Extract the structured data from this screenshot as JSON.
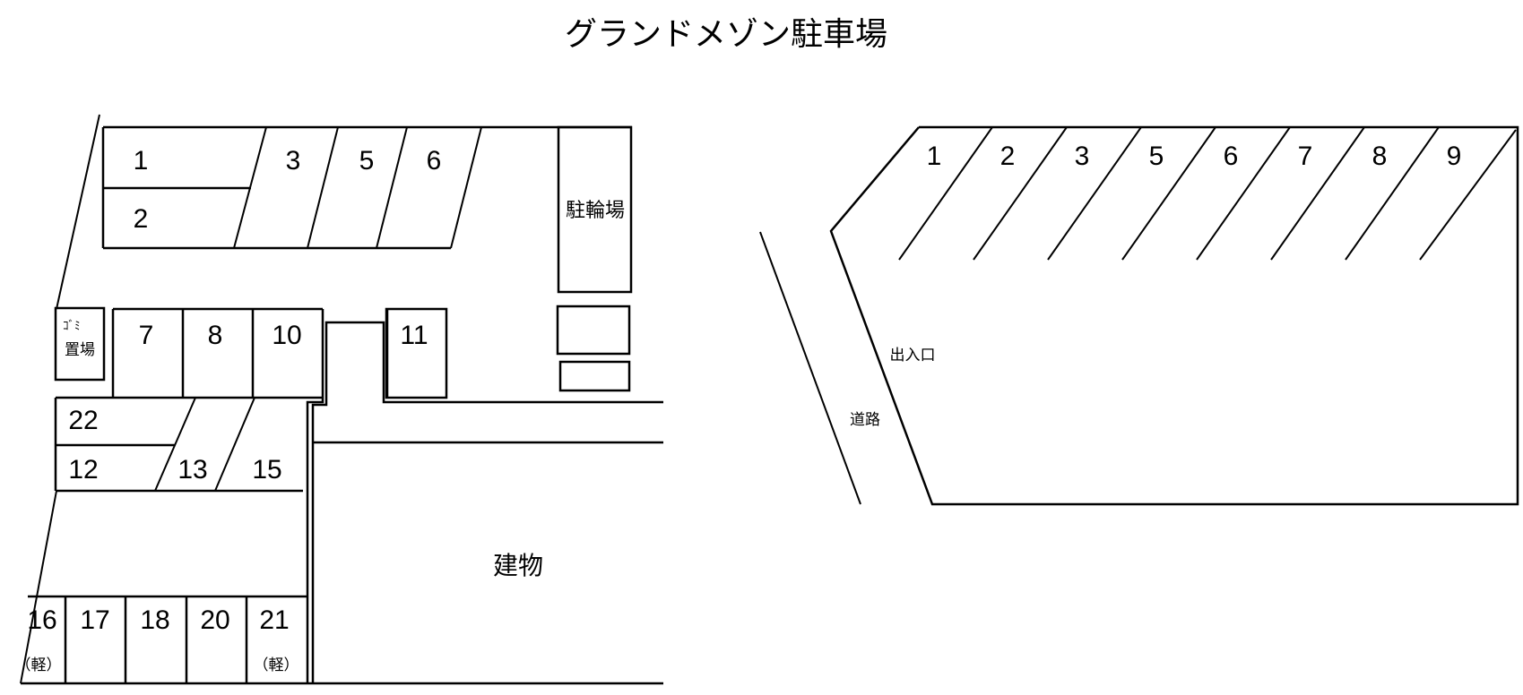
{
  "title": "グランドメゾン駐車場",
  "left_lot": {
    "spaces": [
      {
        "id": "1",
        "label": "1"
      },
      {
        "id": "2",
        "label": "2"
      },
      {
        "id": "3",
        "label": "3"
      },
      {
        "id": "5",
        "label": "5"
      },
      {
        "id": "6",
        "label": "6"
      },
      {
        "id": "7",
        "label": "7"
      },
      {
        "id": "8",
        "label": "8"
      },
      {
        "id": "10",
        "label": "10"
      },
      {
        "id": "11",
        "label": "11"
      },
      {
        "id": "22",
        "label": "22"
      },
      {
        "id": "12",
        "label": "12"
      },
      {
        "id": "13",
        "label": "13"
      },
      {
        "id": "15",
        "label": "15"
      },
      {
        "id": "16",
        "label": "16",
        "note": "（軽）"
      },
      {
        "id": "17",
        "label": "17"
      },
      {
        "id": "18",
        "label": "18"
      },
      {
        "id": "20",
        "label": "20"
      },
      {
        "id": "21",
        "label": "21",
        "note": "（軽）"
      }
    ],
    "bicycle_parking": "駐輪場",
    "garbage_area_line1": "ｺﾞﾐ",
    "garbage_area_line2": "置場",
    "building": "建物"
  },
  "right_lot": {
    "spaces": [
      "1",
      "2",
      "3",
      "5",
      "6",
      "7",
      "8",
      "9"
    ],
    "entrance": "出入口",
    "road": "道路"
  }
}
